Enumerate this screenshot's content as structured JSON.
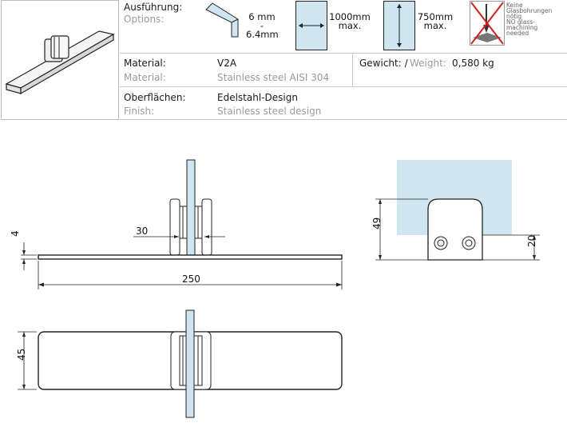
{
  "spec": {
    "options_label_de": "Ausführung:",
    "options_label_en": "Options:",
    "thickness_top": "6 mm",
    "thickness_dash": "-",
    "thickness_bottom": "6.4mm",
    "width_value": "1000mm",
    "width_max": "max.",
    "height_value": "750mm",
    "height_max": "max.",
    "drill_note_de_1": "Keine",
    "drill_note_de_2": "Glasbohrungen",
    "drill_note_de_3": "nötig",
    "drill_note_en_1": "NO glass-",
    "drill_note_en_2": "machining",
    "drill_note_en_3": "needed",
    "material_label_de": "Material:",
    "material_label_en": "Material:",
    "material_value_de": "V2A",
    "material_value_en": "Stainless steel AISI 304",
    "weight_label_de": "Gewicht: /",
    "weight_label_en": "Weight:",
    "weight_value": "0,580 kg",
    "finish_label_de": "Oberflächen:",
    "finish_label_en": "Finish:",
    "finish_value_de": "Edelstahl-Design",
    "finish_value_en": "Stainless steel design"
  },
  "drawing": {
    "dim_thickness": "4",
    "dim_gap": "30",
    "dim_length": "250",
    "dim_width": "45",
    "dim_clamp_height": "49",
    "dim_hole_height": "20"
  },
  "colors": {
    "glass": "#cfe6f1",
    "line": "#222222",
    "divider": "#c9c9c9",
    "secondary_text": "#9a9a9a"
  }
}
